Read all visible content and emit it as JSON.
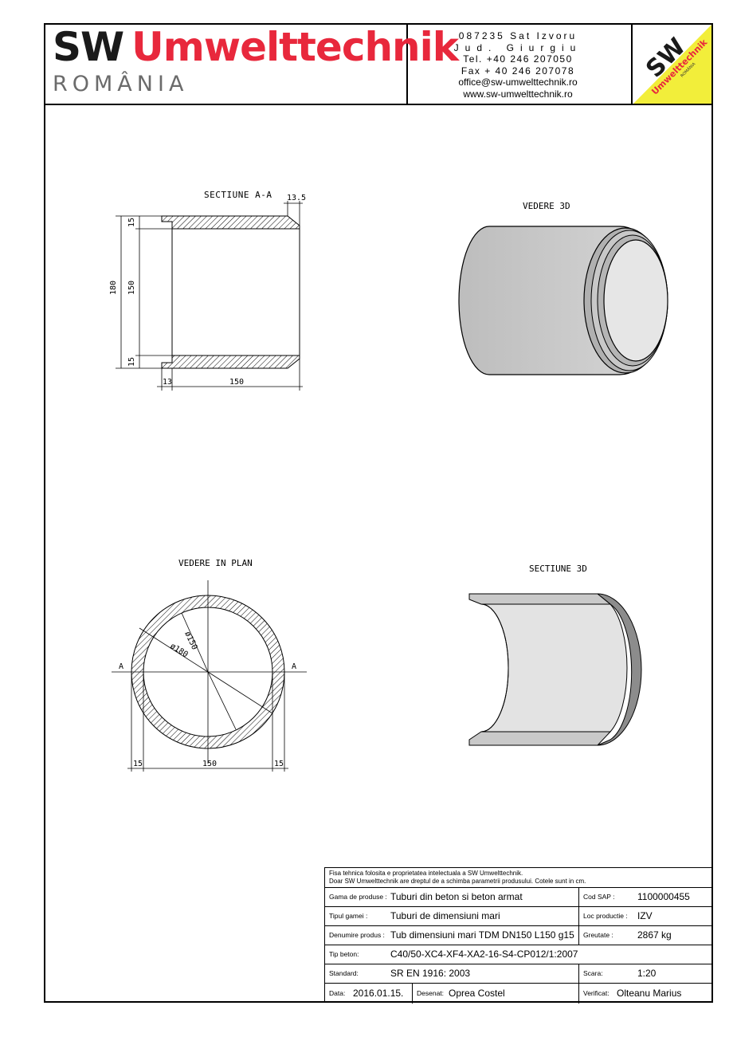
{
  "header": {
    "brand_sw": "SW",
    "brand_name": "Umwelttechnik",
    "brand_country": "ROMÂNIA",
    "contact": {
      "postal": "087235 Sat Izvoru",
      "county": "Jud. Giurgiu",
      "tel": "Tel. +40 246 207050",
      "fax": "Fax + 40 246 207078",
      "email": "office@sw-umwelttechnik.ro",
      "web": "www.sw-umwelttechnik.ro"
    },
    "badge": {
      "sw": "SW",
      "name": "Umwelttechnik",
      "country": "ROMÂNIA"
    }
  },
  "views": {
    "section_aa": {
      "title": "SECTIUNE  A-A",
      "dims": {
        "d180": "180",
        "d150": "150",
        "d15_top": "15",
        "d15_bot": "15",
        "d13": "13",
        "d150_len": "150",
        "d13_5": "13.5"
      }
    },
    "view_3d": {
      "title": "VEDERE 3D"
    },
    "plan_view": {
      "title": "VEDERE IN PLAN",
      "labels": {
        "a_left": "A",
        "a_right": "A",
        "phi150": "ø150",
        "phi180": "ø180",
        "d15_left": "15",
        "d150": "150",
        "d15_right": "15"
      }
    },
    "section_3d": {
      "title": "SECTIUNE 3D"
    }
  },
  "title_block": {
    "note_line1": "Fisa tehnica folosita e proprietatea intelectuala a SW Umwelttechnik.",
    "note_line2": "Doar SW Umwelttechnik are dreptul de a schimba parametrii produsului. Cotele sunt in cm.",
    "gama_label": "Gama de produse :",
    "gama_value": "Tuburi din beton si beton armat",
    "cod_label": "Cod SAP :",
    "cod_value": "1100000455",
    "tip_gamei_label": "Tipul gamei :",
    "tip_gamei_value": "Tuburi de dimensiuni mari",
    "loc_label": "Loc productie :",
    "loc_value": "IZV",
    "denumire_label": "Denumire produs :",
    "denumire_value": "Tub dimensiuni mari TDM DN150 L150 g15",
    "greutate_label": "Greutate :",
    "greutate_value": "2867 kg",
    "tip_beton_label": "Tip beton:",
    "tip_beton_value": "C40/50-XC4-XF4-XA2-16-S4-CP012/1:2007",
    "standard_label": "Standard:",
    "standard_value": "SR EN 1916: 2003",
    "scara_label": "Scara:",
    "scara_value": "1:20",
    "data_label": "Data:",
    "data_value": "2016.01.15.",
    "desenat_label": "Desenat:",
    "desenat_value": "Oprea Costel",
    "verificat_label": "Verificat:",
    "verificat_value": "Olteanu Marius"
  }
}
